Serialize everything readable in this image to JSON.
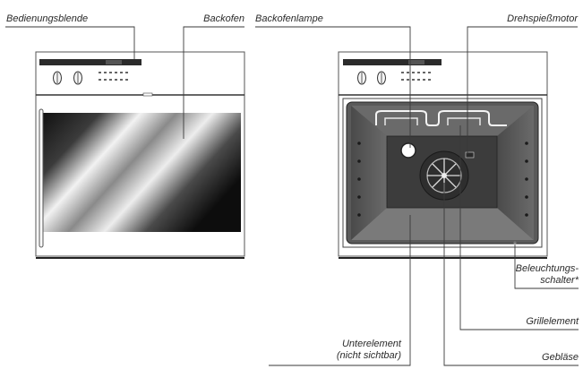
{
  "labels": {
    "bedienungsblende": "Bedienungsblende",
    "backofen": "Backofen",
    "backofenlampe": "Backofenlampe",
    "drehspiessmotor": "Drehspießmotor",
    "beleuchtungsschalter_line1": "Beleuchtungs-",
    "beleuchtungsschalter_line2": "schalter*",
    "grillelement": "Grillelement",
    "unterelement_line1": "Unterelement",
    "unterelement_line2": "(nicht sichtbar)",
    "geblaese": "Gebläse"
  },
  "colors": {
    "line": "#3a3a3a",
    "panel_dark": "#2b2b2b",
    "cavity": "#5a5a5a",
    "cavity_back": "#3c3c3c"
  }
}
